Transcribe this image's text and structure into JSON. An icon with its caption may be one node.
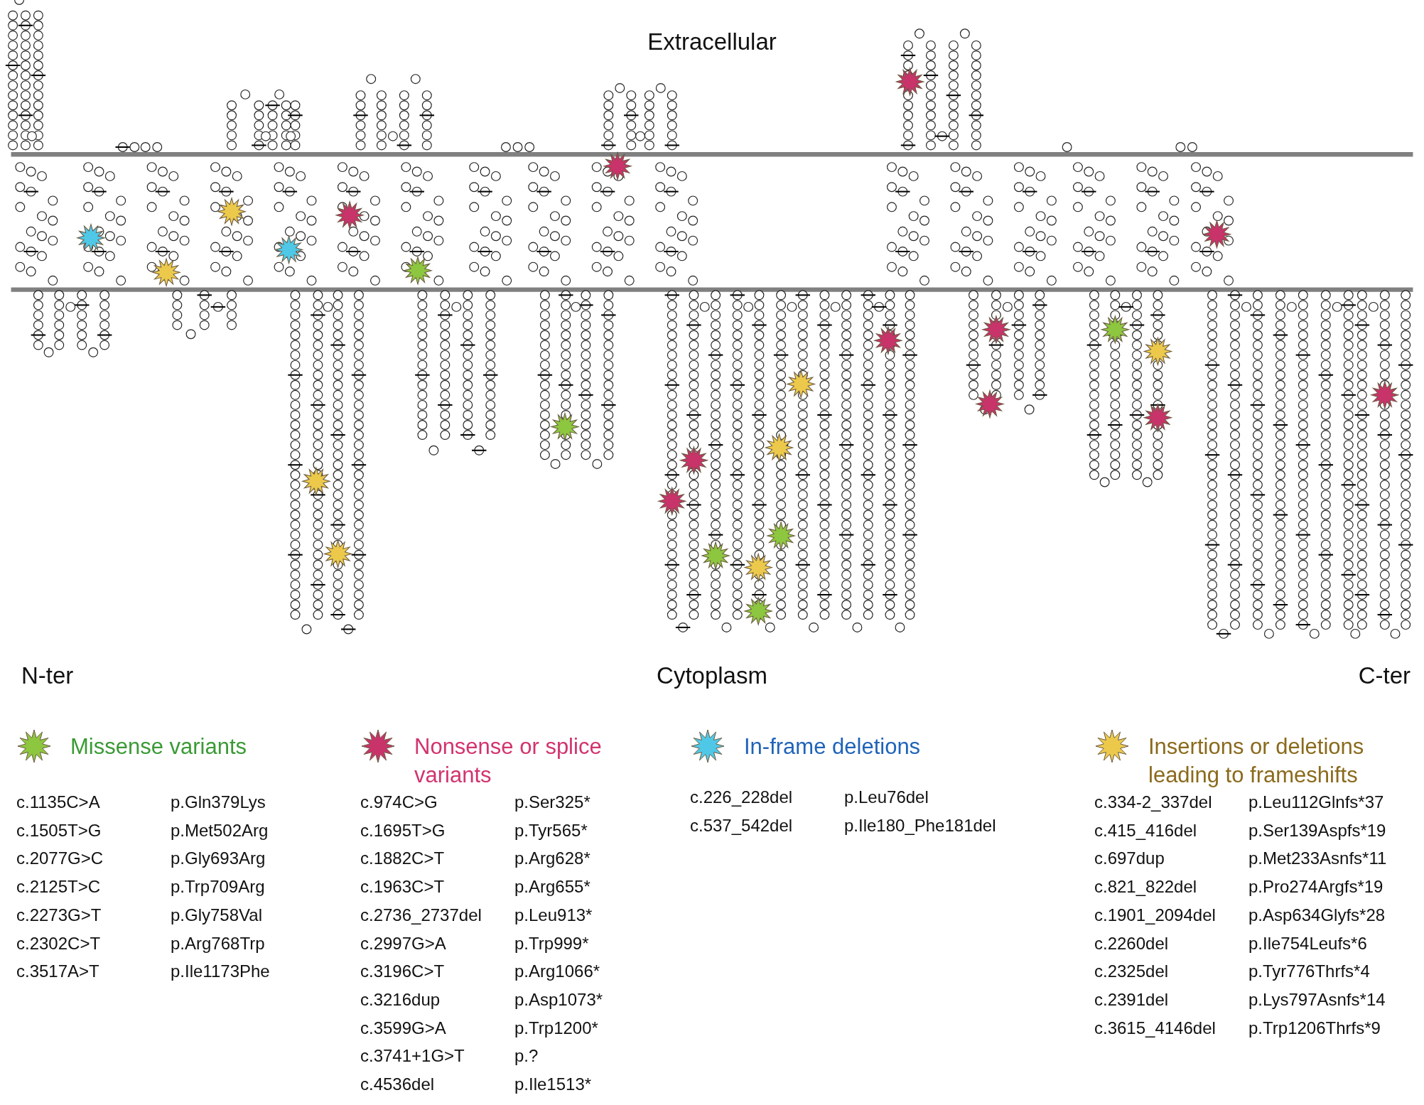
{
  "diagram": {
    "labels": [
      "Extracellular",
      "N-ter",
      "Cytoplasm",
      "C-ter",
      "c.1135C>A",
      "p.Gln379Lys",
      "c.1505T>G",
      "p.Met502Arg",
      "c.2077G>C",
      "p.Gly693Arg",
      "c.2125T>C",
      "p.Trp709Arg",
      "c.2273G>T",
      "p.Gly758Val",
      "c.2302C>T",
      "p.Arg768Trp",
      "c.3517A>T",
      "p.Ile1173Phe",
      "c.974C>G",
      "p.Ser325*",
      "c.1695T>G",
      "p.Tyr565*",
      "c.1882C>T",
      "p.Arg628*",
      "c.1963C>T",
      "p.Arg655*",
      "c.2736_2737del",
      "p.Leu913*",
      "c.2997G>A",
      "p.Trp999*",
      "c.3196C>T",
      "p.Arg1066*",
      "c.3216dup",
      "p.Asp1073*",
      "c.3599G>A",
      "p.Trp1200*",
      "c.3741+1G>T",
      "p.?",
      "c.4536del",
      "p.Ile1513*",
      "c.226_228del",
      "p.Leu76del",
      "c.537_542del",
      "p.Ile180_Phe181del",
      "c.334-2_337del",
      "p.Leu112Glnfs*37",
      "c.415_416del",
      "p.Ser139Aspfs*19",
      "c.697dup",
      "p.Met233Asnfs*11",
      "c.821_822del",
      "p.Pro274Argfs*19",
      "c.1901_2094del",
      "p.Asp634Glyfs*28",
      "c.2260del",
      "p.Ile754Leufs*6",
      "c.2325del",
      "p.Tyr776Thrfs*4",
      "c.2391del",
      "p.Lys797Asnfs*14",
      "c.3615_4146del",
      "p.Trp1206Thrfs*9"
    ],
    "legend": [
      {
        "text": "Missense variants",
        "color": "#8dc63f"
      },
      {
        "text": "Nonsense or splice variants",
        "color": "#c8336a"
      },
      {
        "text": "In-frame deletions",
        "color": "#4fc8e8"
      },
      {
        "text": "Insertions or deletions leading to frameshifts",
        "color": "#ecc94b"
      }
    ]
  }
}
